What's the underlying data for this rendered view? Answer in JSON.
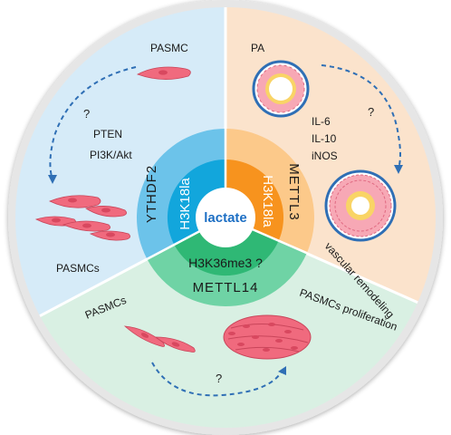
{
  "center": {
    "label": "lactate"
  },
  "inner_ring": {
    "left": "H3K18la",
    "right": "H3K18la",
    "bottom": "H3K36me3 ?"
  },
  "outer_ring": {
    "left": "YTHDF2",
    "right": "METTL3",
    "bottom": "METTL14"
  },
  "top_left_sector": {
    "cell_label": "PASMC",
    "pathway_1": "PTEN",
    "pathway_2": "PI3K/Akt",
    "result_label": "PASMCs",
    "question": "?"
  },
  "top_right_sector": {
    "vessel_label": "PA",
    "cytokine_1": "IL-6",
    "cytokine_2": "IL-10",
    "cytokine_3": "iNOS",
    "result_label": "vascular remodeling",
    "question": "?"
  },
  "bottom_sector": {
    "cell_label": "PASMCs",
    "result_label": "PASMCs  proliferation",
    "question": "?"
  },
  "colors": {
    "left_sector_bg": "#d6ebf8",
    "right_sector_bg": "#fbe3cc",
    "bottom_sector_bg": "#d9f0e3",
    "left_ring": "#6cc3ea",
    "left_inner": "#12a6dc",
    "right_ring": "#fcc98a",
    "right_inner": "#f7931e",
    "bottom_ring": "#6fd3a5",
    "bottom_inner": "#2fb875",
    "center_text": "#1d6fc4",
    "arrow": "#2f6fb5",
    "cell": "#f06a7e"
  },
  "icons": [
    "pasmc-cell-icon",
    "pasmc-cluster-icon",
    "pulmonary-artery-icon",
    "remodeled-artery-icon"
  ]
}
